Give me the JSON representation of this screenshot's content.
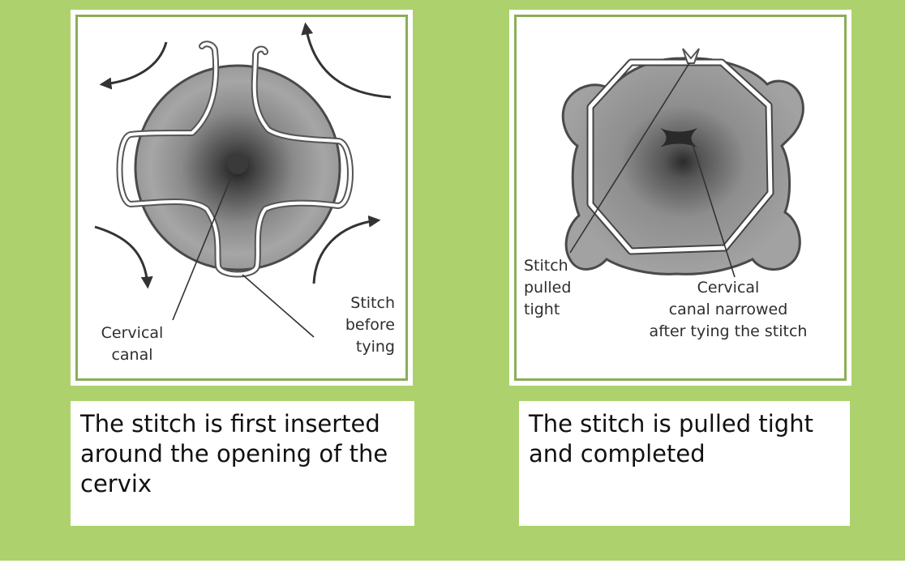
{
  "left_panel": {
    "label_canal": "Cervical\ncanal",
    "label_stitch": "Stitch\nbefore\ntying",
    "caption": "The stitch is first inserted around the opening of the cervix"
  },
  "right_panel": {
    "label_stitch": "Stitch\npulled\ntight",
    "label_canal": "Cervical\ncanal narrowed\nafter tying the stitch",
    "caption": "The stitch is pulled tight and completed"
  },
  "colors": {
    "background": "#add26d",
    "panel_border": "#8aae58",
    "cervix_light": "#a4a4a4",
    "cervix_dark": "#1c1c1c"
  }
}
